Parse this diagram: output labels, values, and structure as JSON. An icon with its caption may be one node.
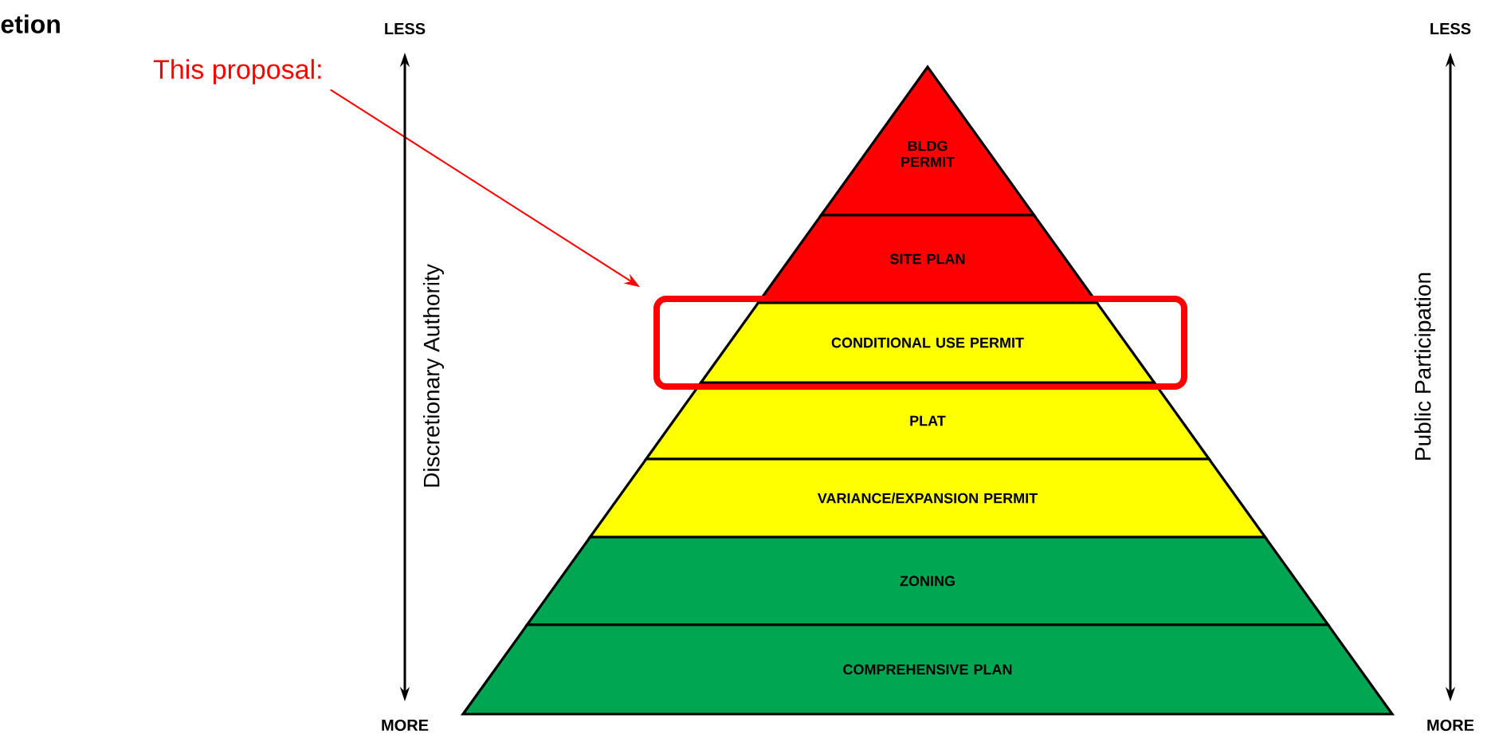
{
  "diagram": {
    "title": "etion",
    "nodes": [
      {
        "text": [
          "This proposal:"
        ]
      },
      {
        "text": [],
        "shape": "box"
      },
      {
        "text": [
          "BLDG PERMIT"
        ]
      },
      {
        "text": [
          "SITE PLAN"
        ]
      },
      {
        "text": [
          "CONDITIONAL USE PERMIT"
        ],
        "in": 1
      },
      {
        "text": [
          "PLAT"
        ]
      },
      {
        "text": [
          "VARIANCE/EXPANSION PERMIT"
        ]
      },
      {
        "text": [
          "ZONING"
        ]
      },
      {
        "text": [
          "COMPREHENSIVE PLAN"
        ]
      }
    ],
    "edges": [
      {
        "from": 0,
        "to": 1,
        "arrow": "to",
        "color": "#ff0000"
      }
    ],
    "labels": [
      "LESS",
      "Discretionary Authority",
      "MORE",
      "LESS",
      "Public Participation",
      "MORE"
    ]
  }
}
